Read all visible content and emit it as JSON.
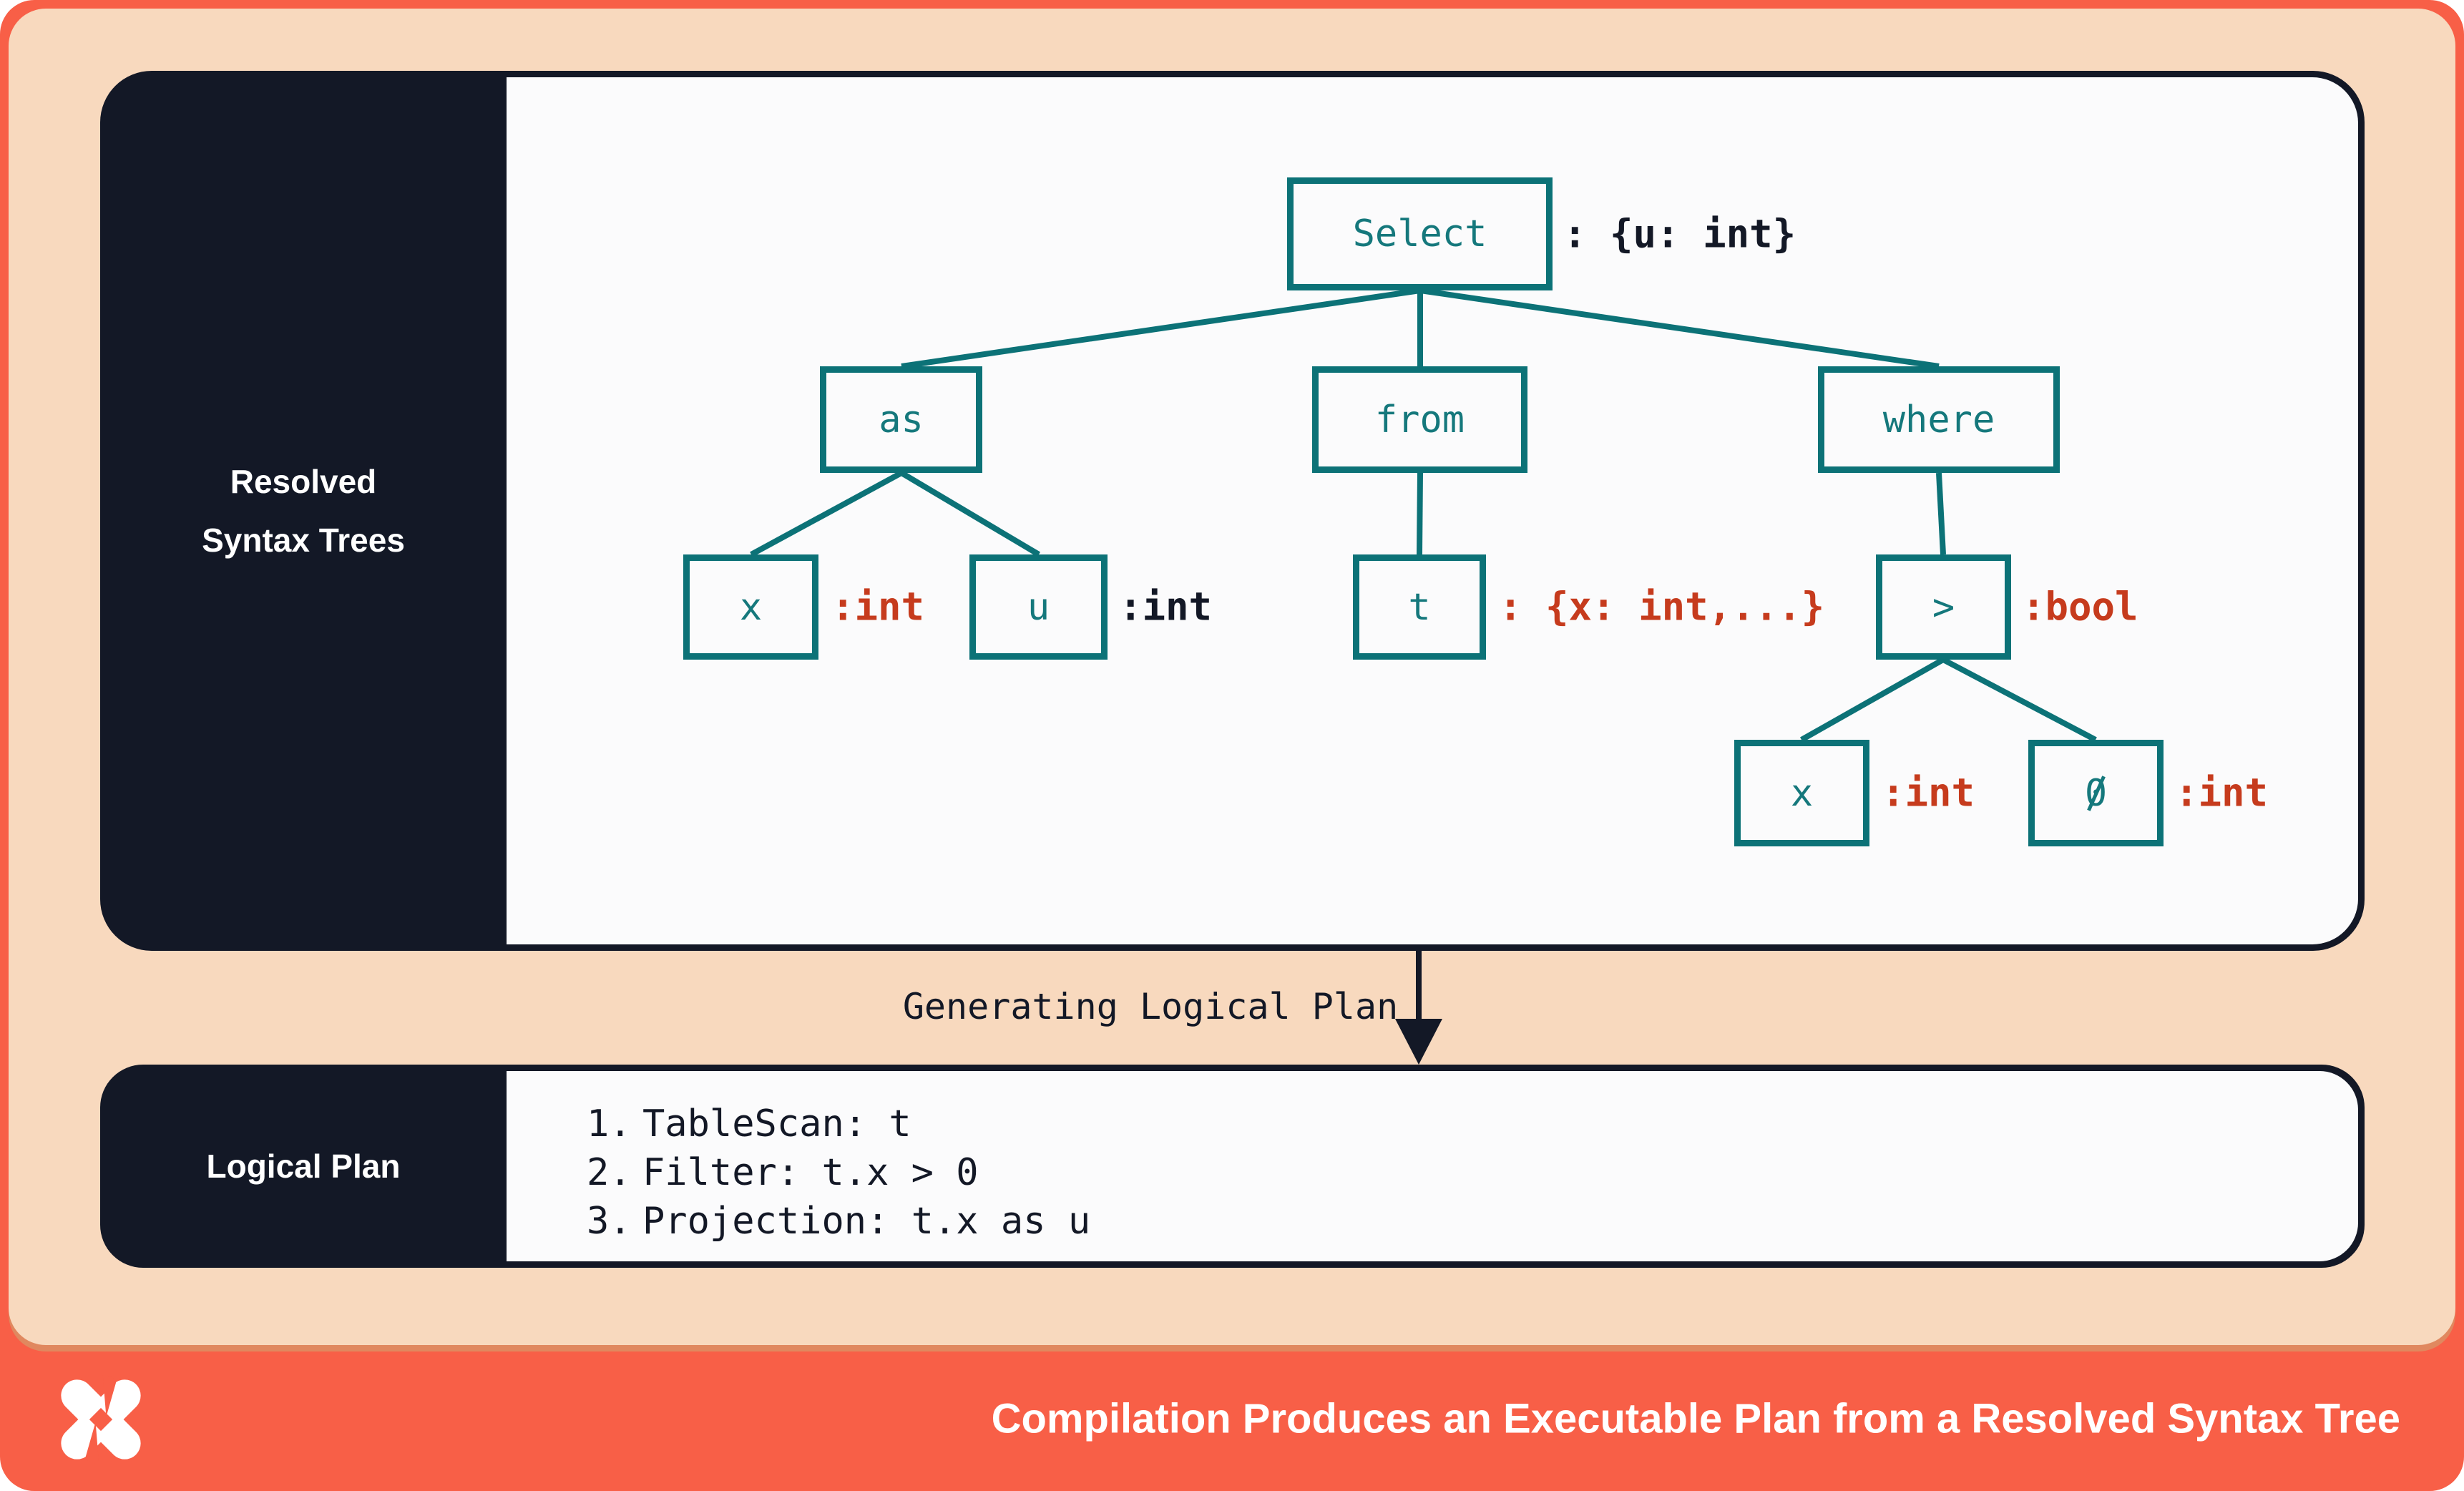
{
  "syntax_panel": {
    "label_lines": [
      "Resolved",
      "Syntax Trees"
    ],
    "nodes": {
      "select": {
        "label": "Select",
        "type": ": {u: int}"
      },
      "as": {
        "label": "as"
      },
      "from": {
        "label": "from"
      },
      "where": {
        "label": "where"
      },
      "x1": {
        "label": "x",
        "type": ":int"
      },
      "u": {
        "label": "u",
        "type": ":int"
      },
      "t": {
        "label": "t",
        "type": ": {x: int,...}"
      },
      "gt": {
        "label": ">",
        "type": ":bool"
      },
      "x2": {
        "label": "x",
        "type": ":int"
      },
      "zero": {
        "label": "0",
        "type": ":int"
      }
    }
  },
  "transition": {
    "label": "Generating Logical Plan"
  },
  "logical_panel": {
    "label": "Logical Plan",
    "steps": [
      {
        "num": "1.",
        "text": "TableScan: t"
      },
      {
        "num": "2.",
        "text": "Filter: t.x > 0"
      },
      {
        "num": "3.",
        "text": "Projection: t.x as u"
      }
    ]
  },
  "footer": {
    "title": "Compilation Produces an Executable Plan from a Resolved Syntax Tree",
    "logo_icon": "x-mark-logo"
  },
  "colors": {
    "orange": "#F85F47",
    "peach": "#F8D9BE",
    "navy": "#131826",
    "teal": "#0C7277",
    "red": "#C63B1D",
    "panel_bg": "#FBFBFC"
  }
}
